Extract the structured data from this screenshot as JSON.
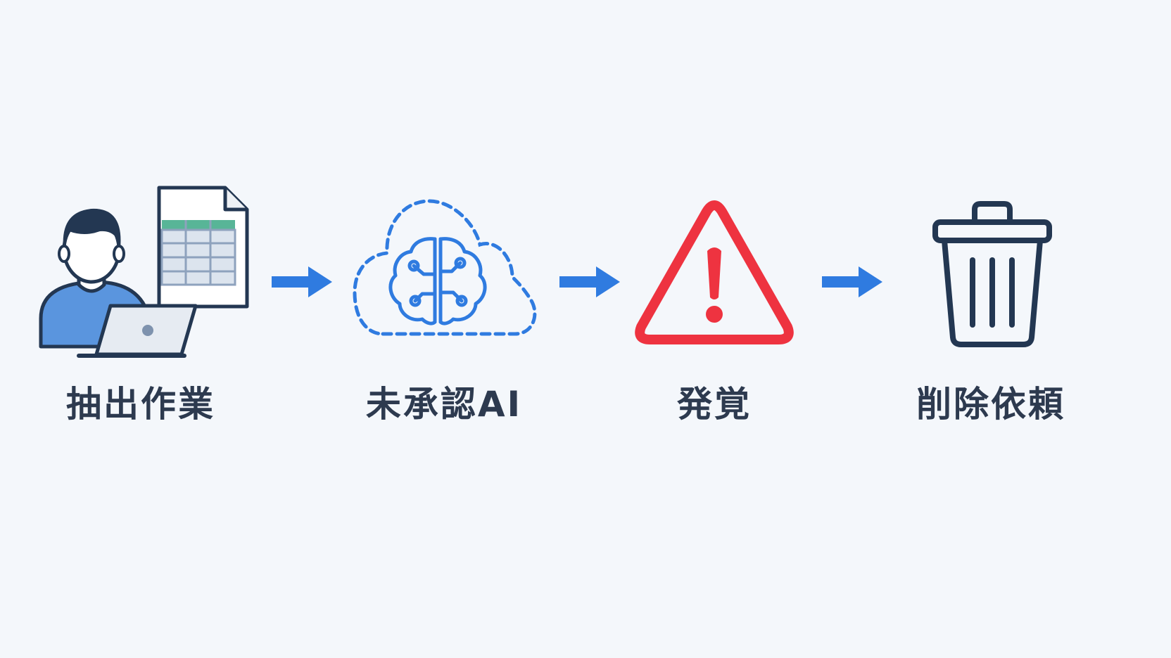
{
  "steps": [
    {
      "icon": "person-laptop-spreadsheet-icon",
      "label": "抽出作業"
    },
    {
      "icon": "ai-brain-cloud-icon",
      "label": "未承認AI"
    },
    {
      "icon": "warning-triangle-icon",
      "label": "発覚"
    },
    {
      "icon": "trash-can-icon",
      "label": "削除依頼"
    }
  ],
  "colors": {
    "background": "#f4f7fb",
    "text": "#2d3a4f",
    "arrow": "#2f7be0",
    "ai_icon": "#2f7be0",
    "warning": "#ee3340",
    "outline": "#233752",
    "person_shirt": "#5a95de",
    "spreadsheet_header": "#58b597"
  }
}
